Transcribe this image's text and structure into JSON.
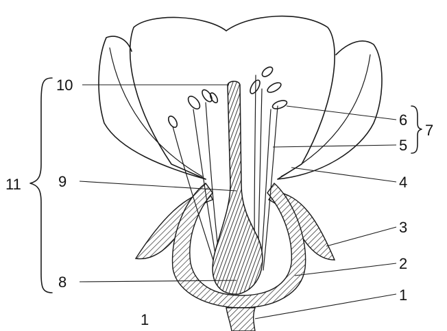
{
  "figure_number": "1",
  "labels": {
    "l1": "1",
    "l2": "2",
    "l3": "3",
    "l4": "4",
    "l5": "5",
    "l6": "6",
    "l7": "7",
    "l8": "8",
    "l9": "9",
    "l10": "10",
    "l11": "11"
  }
}
